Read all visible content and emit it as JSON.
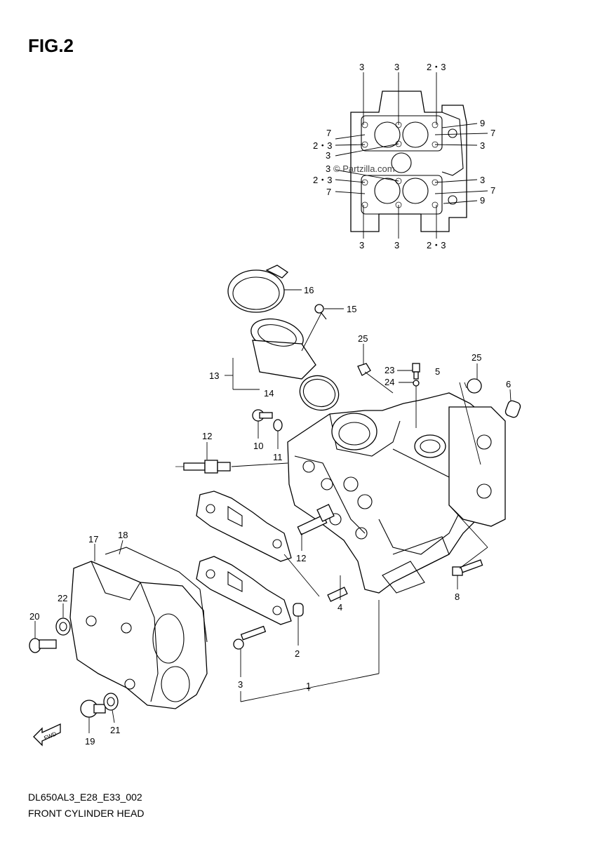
{
  "figure": {
    "title": "FIG.2",
    "model_code": "DL650AL3_E28_E33_002",
    "name": "FRONT CYLINDER HEAD",
    "watermark": "© Partzilla.com",
    "fwd_label": "FWD"
  },
  "callouts": {
    "top_view": [
      {
        "id": "tv-top-1",
        "label": "3"
      },
      {
        "id": "tv-top-2",
        "label": "3"
      },
      {
        "id": "tv-top-3",
        "label": "2・3"
      },
      {
        "id": "tv-left-7a",
        "label": "7"
      },
      {
        "id": "tv-left-23a",
        "label": "2・3"
      },
      {
        "id": "tv-mid-3a",
        "label": "3"
      },
      {
        "id": "tv-mid-3b",
        "label": "3"
      },
      {
        "id": "tv-left-23b",
        "label": "2・3"
      },
      {
        "id": "tv-left-7b",
        "label": "7"
      },
      {
        "id": "tv-right-9a",
        "label": "9"
      },
      {
        "id": "tv-right-7a",
        "label": "7"
      },
      {
        "id": "tv-right-3a",
        "label": "3"
      },
      {
        "id": "tv-right-3b",
        "label": "3"
      },
      {
        "id": "tv-right-7b",
        "label": "7"
      },
      {
        "id": "tv-right-9b",
        "label": "9"
      },
      {
        "id": "tv-bot-1",
        "label": "3"
      },
      {
        "id": "tv-bot-2",
        "label": "3"
      },
      {
        "id": "tv-bot-3",
        "label": "2・3"
      }
    ],
    "exploded": [
      {
        "id": "p16",
        "label": "16"
      },
      {
        "id": "p15",
        "label": "15"
      },
      {
        "id": "p13",
        "label": "13"
      },
      {
        "id": "p14",
        "label": "14"
      },
      {
        "id": "p25a",
        "label": "25"
      },
      {
        "id": "p23",
        "label": "23"
      },
      {
        "id": "p24",
        "label": "24"
      },
      {
        "id": "p5",
        "label": "5"
      },
      {
        "id": "p25b",
        "label": "25"
      },
      {
        "id": "p6",
        "label": "6"
      },
      {
        "id": "p10",
        "label": "10"
      },
      {
        "id": "p11",
        "label": "11"
      },
      {
        "id": "p12a",
        "label": "12"
      },
      {
        "id": "p12b",
        "label": "12"
      },
      {
        "id": "p4",
        "label": "4"
      },
      {
        "id": "p8",
        "label": "8"
      },
      {
        "id": "p17",
        "label": "17"
      },
      {
        "id": "p18",
        "label": "18"
      },
      {
        "id": "p22",
        "label": "22"
      },
      {
        "id": "p20",
        "label": "20"
      },
      {
        "id": "p2",
        "label": "2"
      },
      {
        "id": "p3",
        "label": "3"
      },
      {
        "id": "p1",
        "label": "1"
      },
      {
        "id": "p19",
        "label": "19"
      },
      {
        "id": "p21",
        "label": "21"
      }
    ]
  }
}
